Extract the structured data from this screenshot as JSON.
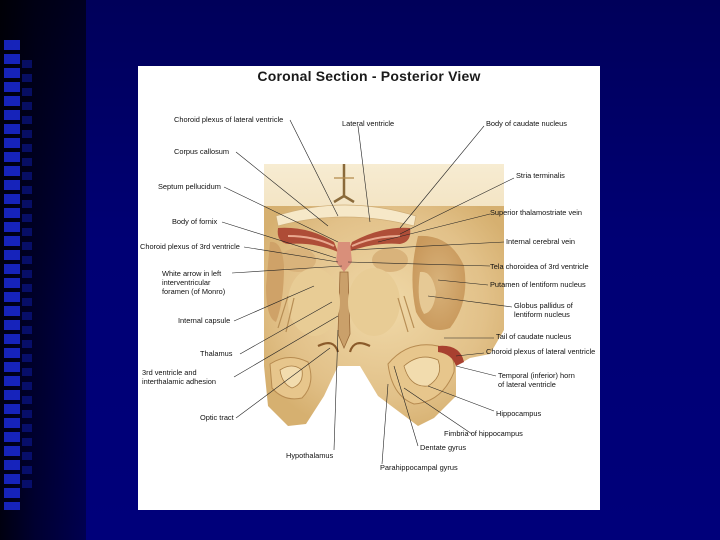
{
  "slide": {
    "title": "Coronal Section - Posterior View",
    "colors": {
      "background": "#00007a",
      "panel": "#ffffff",
      "tissue": "#e6c995",
      "ventricle_lining": "#a8402f",
      "leader_line": "#222222"
    }
  },
  "labels": {
    "choroid_plexus_lateral": "Choroid plexus of lateral ventricle",
    "corpus_callosum": "Corpus callosum",
    "septum_pellucidum": "Septum pellucidum",
    "body_of_fornix": "Body of fornix",
    "choroid_plexus_3rd": "Choroid plexus of 3rd ventricle",
    "white_arrow_line1": "White arrow in left",
    "white_arrow_line2": "interventricular",
    "white_arrow_line3": "foramen (of Monro)",
    "internal_capsule": "Internal capsule",
    "thalamus": "Thalamus",
    "third_ventricle_line1": "3rd ventricle and",
    "third_ventricle_line2": "interthalamic adhesion",
    "optic_tract": "Optic tract",
    "hypothalamus": "Hypothalamus",
    "lateral_ventricle": "Lateral ventricle",
    "body_caudate": "Body of caudate nucleus",
    "stria_terminalis": "Stria terminalis",
    "superior_thalamostriate_vein": "Superior thalamostriate vein",
    "internal_cerebral_vein": "Internal cerebral vein",
    "tela_choroidea": "Tela choroidea of 3rd ventricle",
    "putamen": "Putamen of lentiform nucleus",
    "globus_line1": "Globus pallidus of",
    "globus_line2": "lentiform nucleus",
    "tail_caudate": "Tail of caudate nucleus",
    "choroid_plexus_lateral_2": "Choroid plexus of lateral ventricle",
    "temporal_horn_line1": "Temporal (inferior) horn",
    "temporal_horn_line2": "of lateral ventricle",
    "hippocampus": "Hippocampus",
    "fimbria": "Fimbria of hippocampus",
    "dentate_gyrus": "Dentate gyrus",
    "parahippocampal_gyrus": "Parahippocampal gyrus"
  }
}
